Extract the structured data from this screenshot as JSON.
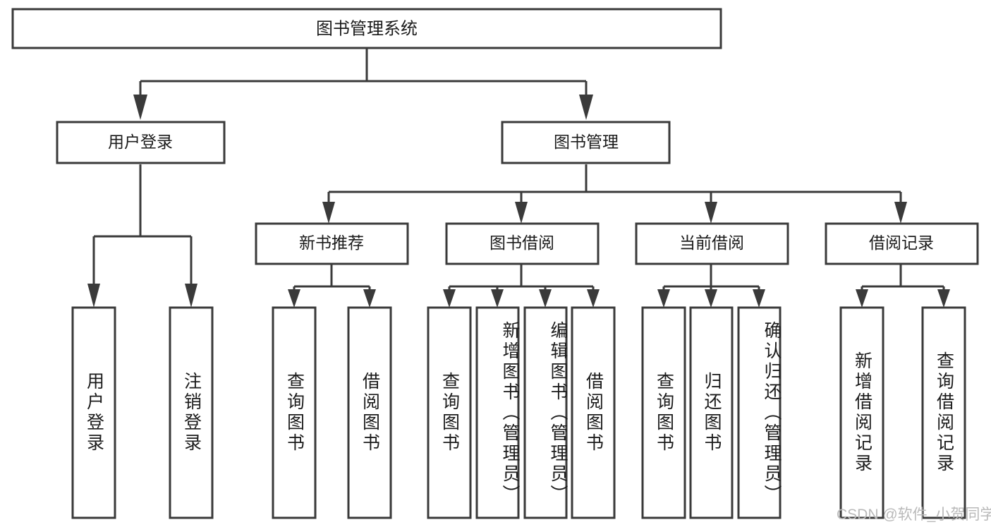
{
  "diagram": {
    "title": "图书管理系统",
    "type": "tree-hierarchy-diagram",
    "colors": {
      "stroke": "#3a3a3a",
      "fill": "#ffffff",
      "text": "#1b1b1b",
      "watermark": "#b9b9b9",
      "background": "#ffffff"
    },
    "root": {
      "label": "图书管理系统"
    },
    "level2": [
      {
        "label": "用户登录"
      },
      {
        "label": "图书管理"
      }
    ],
    "level3": [
      {
        "label": "新书推荐"
      },
      {
        "label": "图书借阅"
      },
      {
        "label": "当前借阅"
      },
      {
        "label": "借阅记录"
      }
    ],
    "leaves": {
      "user_login": [
        {
          "label": "用户登录"
        },
        {
          "label": "注销登录"
        }
      ],
      "new_book_recommend": [
        {
          "label": "查询图书"
        },
        {
          "label": "借阅图书"
        }
      ],
      "book_borrow": [
        {
          "label": "查询图书"
        },
        {
          "label": "新增图书（管理员）"
        },
        {
          "label": "编辑图书（管理员）"
        },
        {
          "label": "借阅图书"
        }
      ],
      "current_borrow": [
        {
          "label": "查询图书"
        },
        {
          "label": "归还图书"
        },
        {
          "label": "确认归还（管理员）"
        }
      ],
      "borrow_records": [
        {
          "label": "新增借阅记录"
        },
        {
          "label": "查询借阅记录"
        }
      ]
    },
    "watermark": "CSDN @软件_小贺同学"
  }
}
